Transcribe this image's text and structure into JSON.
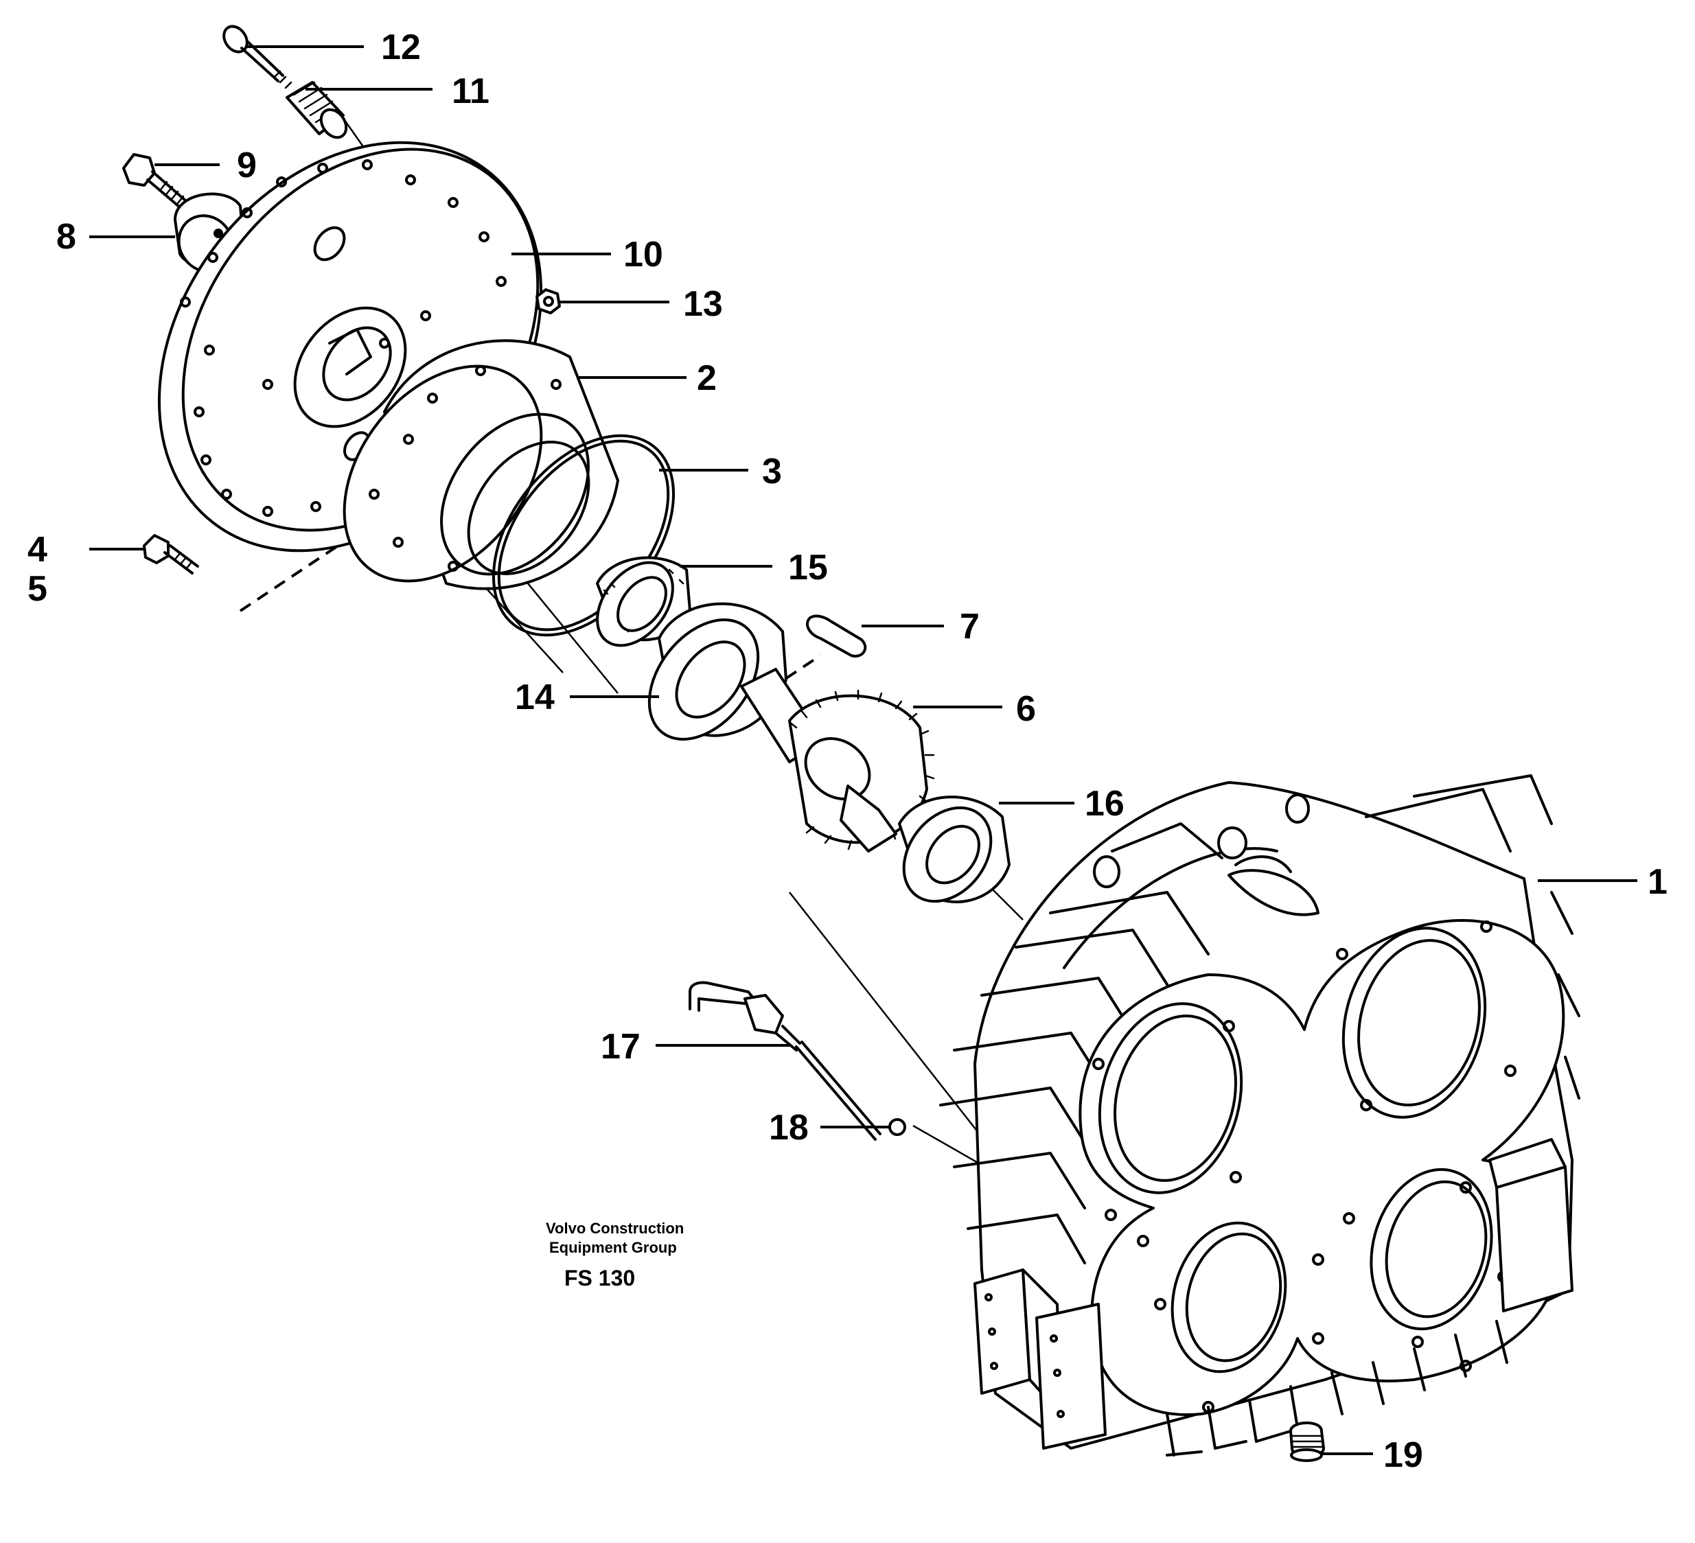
{
  "callouts": [
    "1",
    "2",
    "3",
    "4",
    "5",
    "6",
    "7",
    "8",
    "9",
    "10",
    "11",
    "12",
    "13",
    "14",
    "15",
    "16",
    "17",
    "18",
    "19"
  ],
  "footer": {
    "company_line1": "Volvo Construction",
    "company_line2": "Equipment Group",
    "code": "FS 130"
  }
}
